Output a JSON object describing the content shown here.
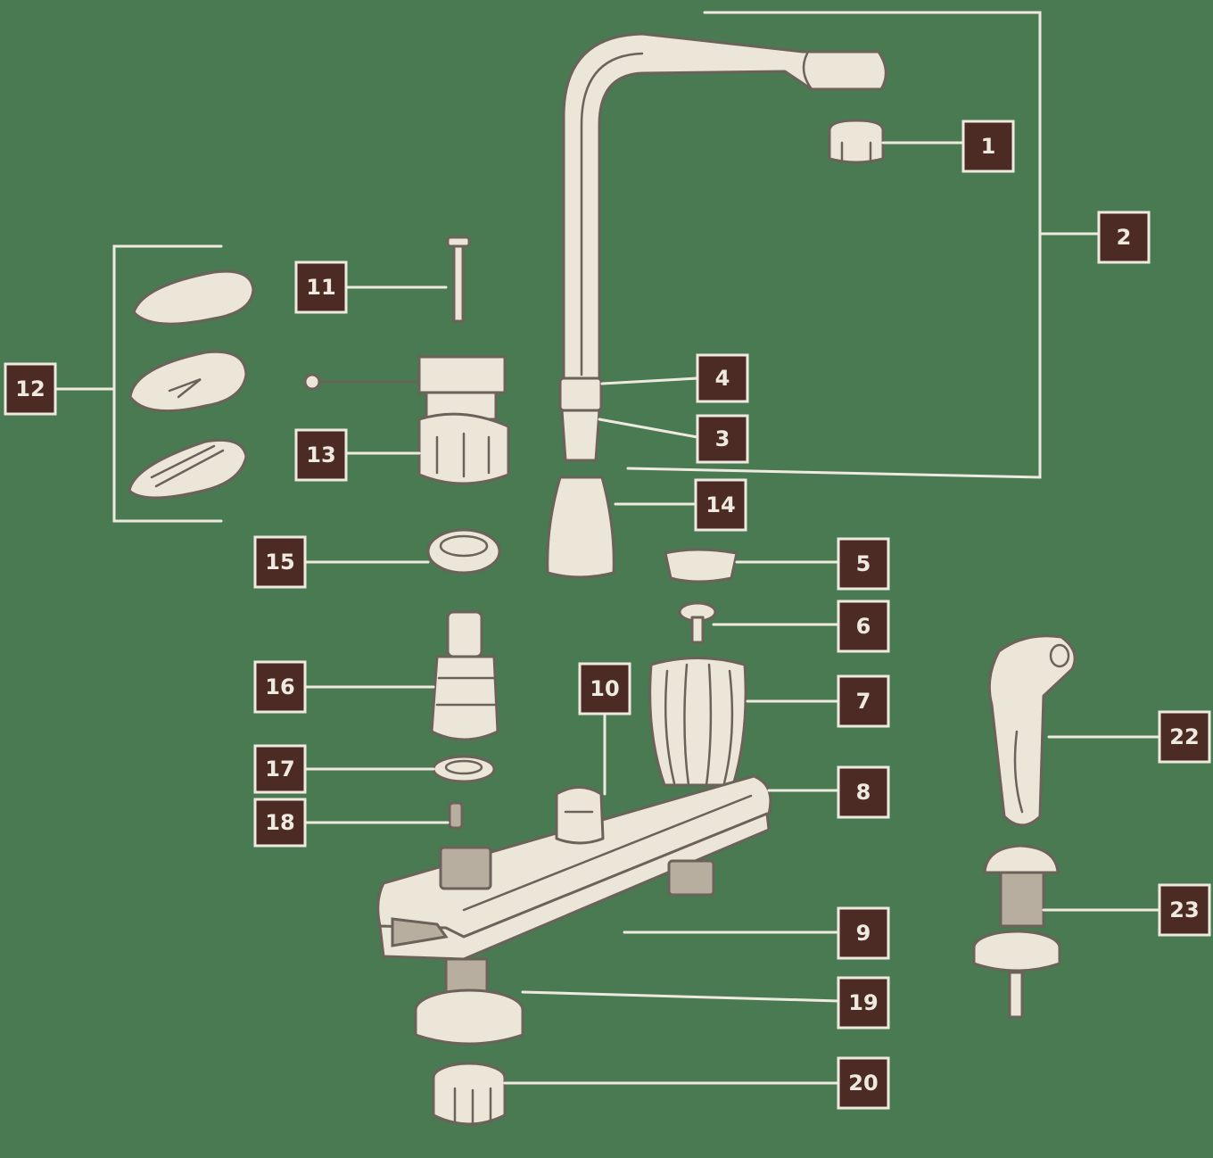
{
  "diagram": {
    "colors": {
      "background": "#4a7a52",
      "label_fill": "#4c2b24",
      "line": "#efeae0",
      "part_fill": "#ece6d8",
      "part_outline": "#6b625a"
    },
    "callouts": [
      {
        "id": "1",
        "text": "1"
      },
      {
        "id": "2",
        "text": "2"
      },
      {
        "id": "3",
        "text": "3"
      },
      {
        "id": "4",
        "text": "4"
      },
      {
        "id": "5",
        "text": "5"
      },
      {
        "id": "6",
        "text": "6"
      },
      {
        "id": "7",
        "text": "7"
      },
      {
        "id": "8",
        "text": "8"
      },
      {
        "id": "9",
        "text": "9"
      },
      {
        "id": "10",
        "text": "10"
      },
      {
        "id": "11",
        "text": "11"
      },
      {
        "id": "12",
        "text": "12"
      },
      {
        "id": "13",
        "text": "13"
      },
      {
        "id": "14",
        "text": "14"
      },
      {
        "id": "15",
        "text": "15"
      },
      {
        "id": "16",
        "text": "16"
      },
      {
        "id": "17",
        "text": "17"
      },
      {
        "id": "18",
        "text": "18"
      },
      {
        "id": "19",
        "text": "19"
      },
      {
        "id": "20",
        "text": "20"
      },
      {
        "id": "22",
        "text": "22"
      },
      {
        "id": "23",
        "text": "23"
      }
    ]
  }
}
